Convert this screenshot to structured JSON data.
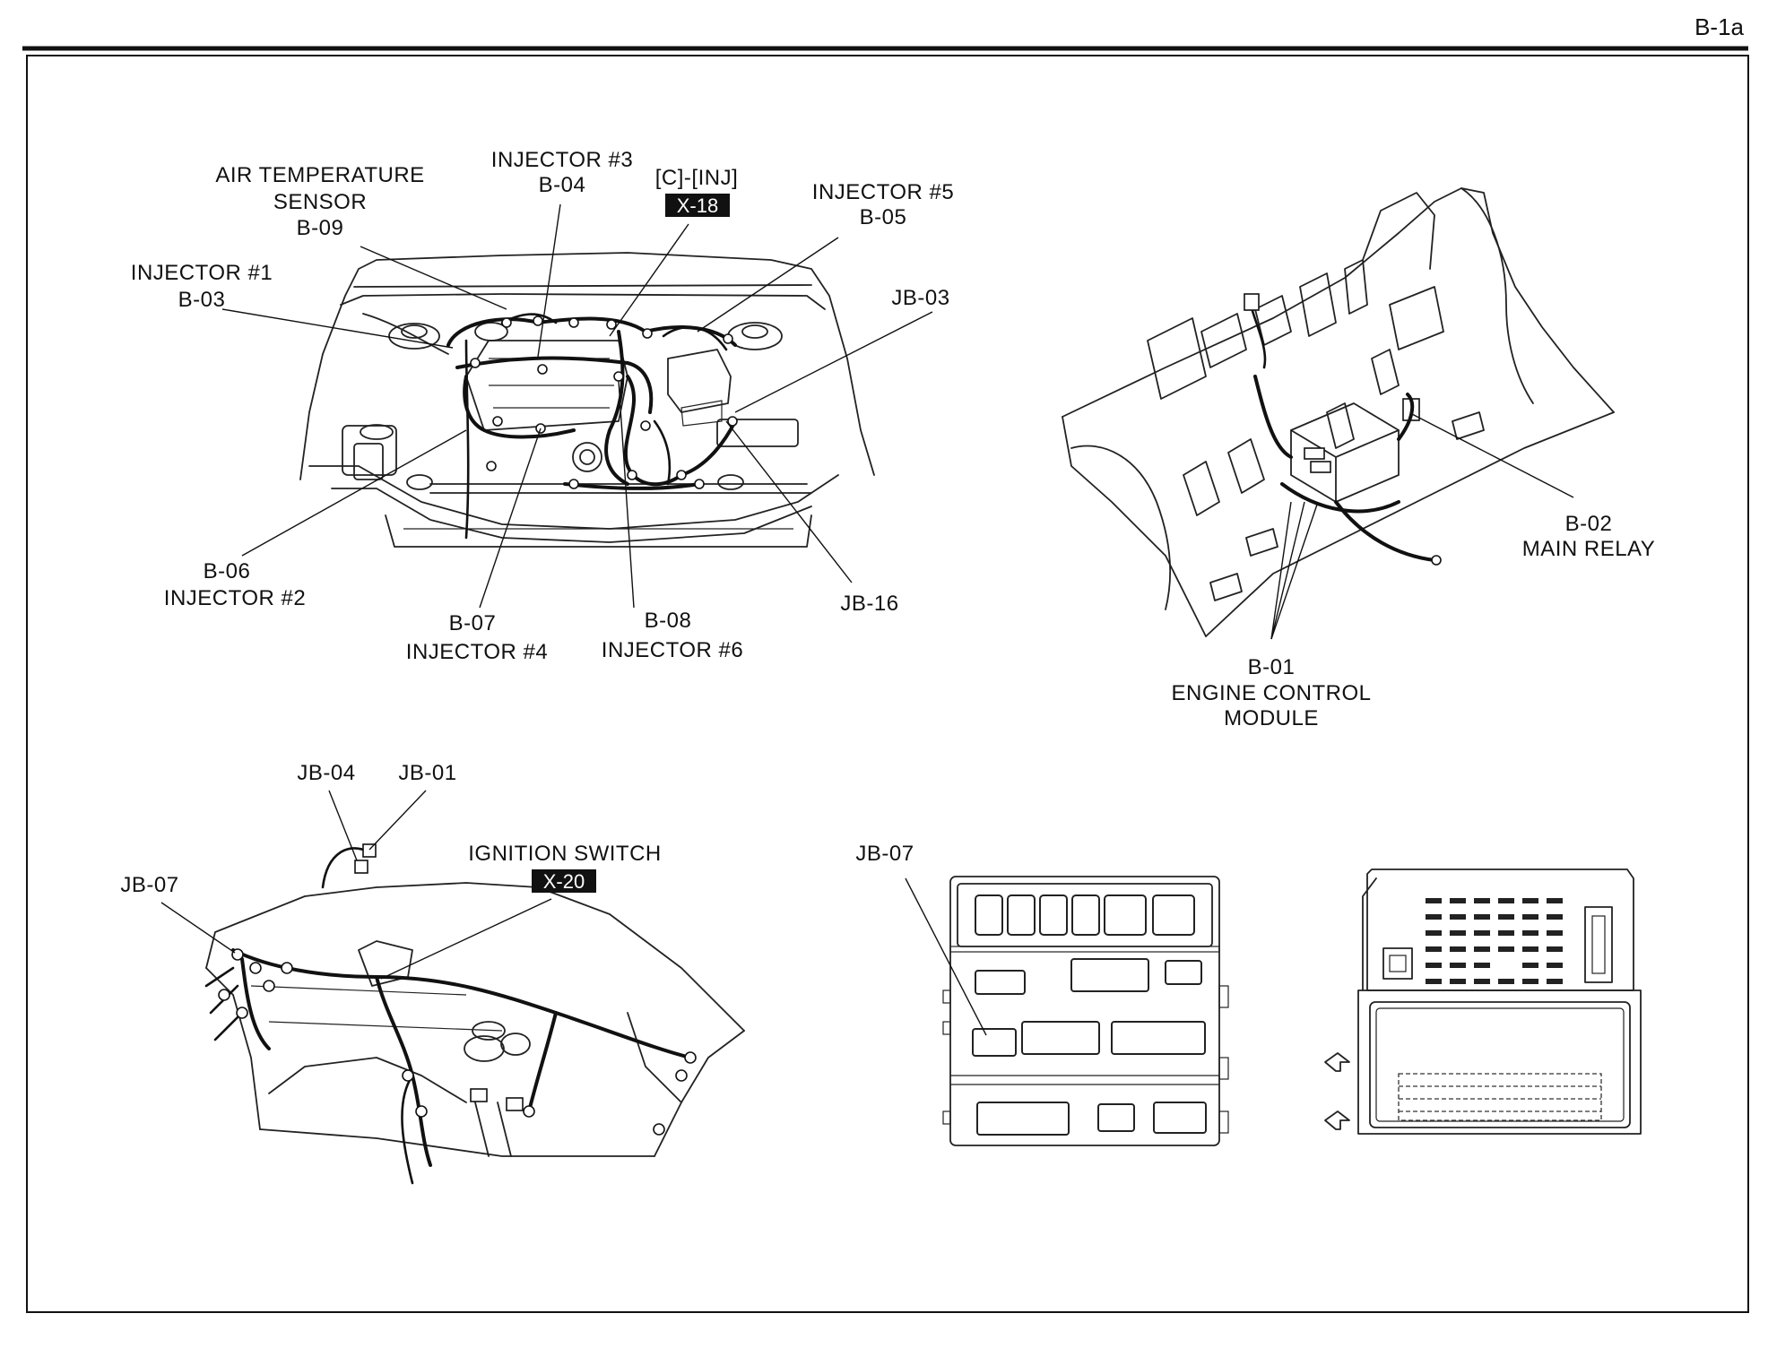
{
  "page_code": "B-1a",
  "engine_bay": {
    "air_temp_sensor": {
      "line1": "AIR TEMPERATURE",
      "line2": "SENSOR",
      "code": "B-09"
    },
    "injector_1": {
      "name": "INJECTOR #1",
      "code": "B-03"
    },
    "injector_2": {
      "name": "INJECTOR #2",
      "code": "B-06"
    },
    "injector_3": {
      "name": "INJECTOR #3",
      "code": "B-04"
    },
    "injector_4": {
      "name": "INJECTOR #4",
      "code": "B-07"
    },
    "injector_5": {
      "name": "INJECTOR #5",
      "code": "B-05"
    },
    "injector_6": {
      "name": "INJECTOR #6",
      "code": "B-08"
    },
    "inj_connector": {
      "name": "[C]-[INJ]",
      "tag": "X-18"
    },
    "jb_03": "JB-03",
    "jb_16": "JB-16"
  },
  "ecm_area": {
    "main_relay": {
      "code": "B-02",
      "name": "MAIN RELAY"
    },
    "ecm": {
      "code": "B-01",
      "line1": "ENGINE CONTROL",
      "line2": "MODULE"
    }
  },
  "dashboard": {
    "jb_04": "JB-04",
    "jb_01": "JB-01",
    "jb_07": "JB-07",
    "ignition_switch": {
      "name": "IGNITION SWITCH",
      "tag": "X-20"
    }
  },
  "junction_box": {
    "jb_07": "JB-07"
  }
}
